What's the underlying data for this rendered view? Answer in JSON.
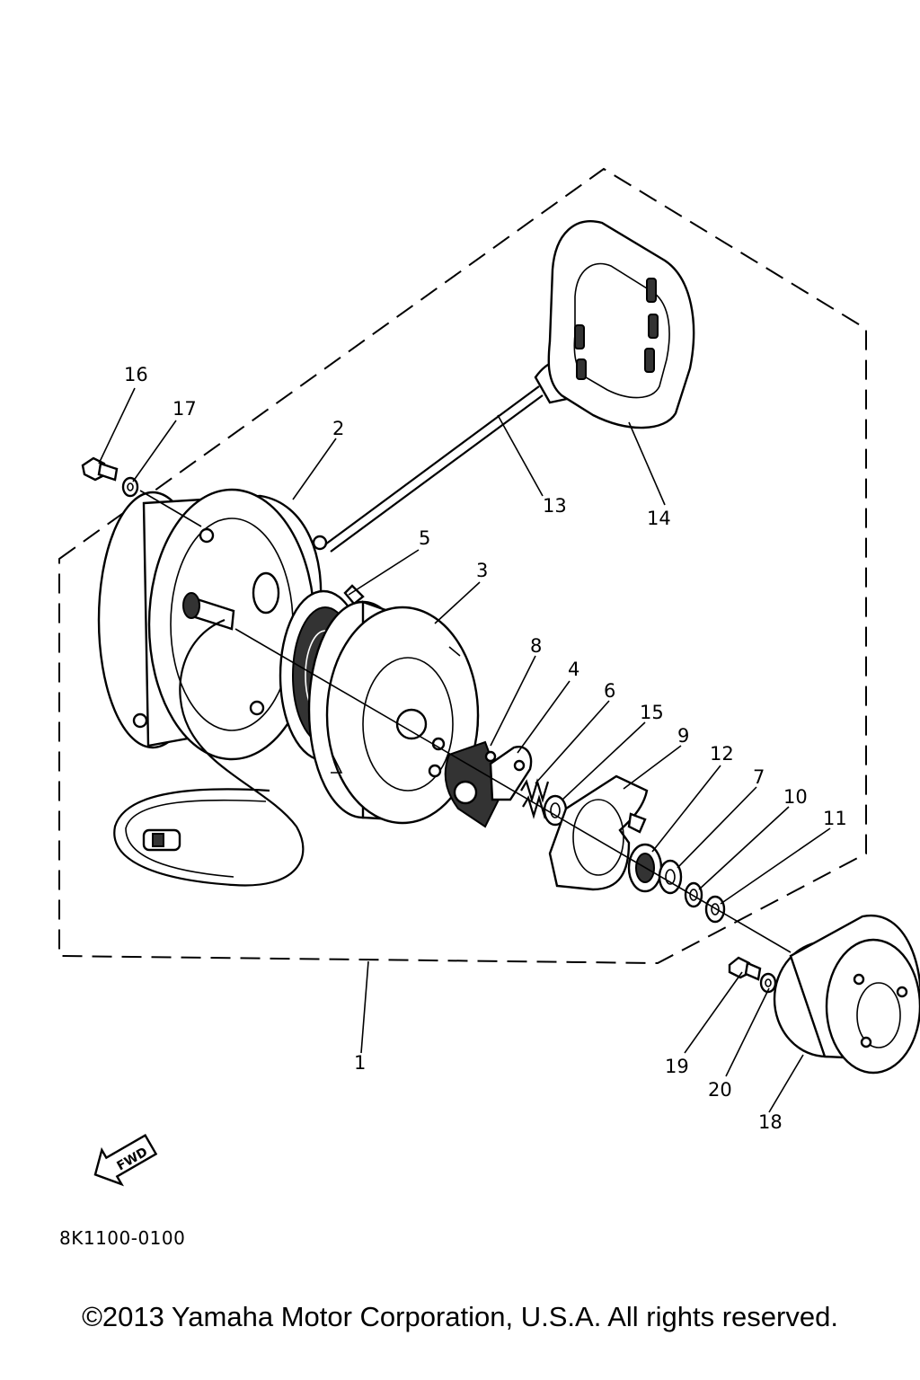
{
  "diagram": {
    "code": "8K1100-0100",
    "direction_badge": "FWD",
    "copyright": "©2013 Yamaha Motor Corporation, U.S.A. All rights reserved.",
    "callouts": [
      "1",
      "2",
      "3",
      "4",
      "5",
      "6",
      "7",
      "8",
      "9",
      "10",
      "11",
      "12",
      "13",
      "14",
      "15",
      "16",
      "17",
      "18",
      "19",
      "20"
    ]
  }
}
